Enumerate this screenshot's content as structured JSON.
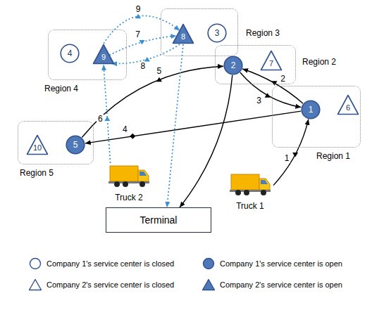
{
  "diagram": {
    "nodes": [
      {
        "text": [
          "Region 4"
        ]
      },
      {
        "text": [
          "4"
        ],
        "in": 0
      },
      {
        "text": [
          "9"
        ],
        "in": 0
      },
      {
        "text": [
          "Region 3"
        ]
      },
      {
        "text": [
          "8"
        ],
        "in": 3
      },
      {
        "text": [
          "3"
        ],
        "in": 3
      },
      {
        "text": [
          "Region 2"
        ]
      },
      {
        "text": [
          "2"
        ],
        "in": 6
      },
      {
        "text": [
          "7"
        ],
        "in": 6
      },
      {
        "text": [
          "Region 5"
        ]
      },
      {
        "text": [
          "10"
        ],
        "in": 9
      },
      {
        "text": [
          "5"
        ],
        "in": 9
      },
      {
        "text": [
          "Region 1"
        ]
      },
      {
        "text": [
          "1"
        ],
        "in": 12
      },
      {
        "text": [
          "6"
        ],
        "in": 12
      },
      {
        "text": [
          "Truck 2"
        ]
      },
      {
        "text": [
          "Terminal"
        ]
      },
      {
        "text": [
          "Truck 1"
        ]
      }
    ],
    "edges": [
      {
        "from": 17,
        "to": 13,
        "label": "1",
        "arrow": "to"
      },
      {
        "from": 13,
        "to": 7,
        "label": "2",
        "arrow": "to"
      },
      {
        "from": 7,
        "to": 13,
        "label": "3",
        "arrow": "to"
      },
      {
        "from": 13,
        "to": 11,
        "label": "4",
        "arrow": "to"
      },
      {
        "from": 11,
        "to": 7,
        "label": "5",
        "arrow": "to"
      },
      {
        "from": 7,
        "to": 16,
        "arrow": "to"
      },
      {
        "from": 15,
        "to": 2,
        "label": "6",
        "arrow": "to"
      },
      {
        "from": 2,
        "to": 4,
        "label": "7",
        "arrow": "to"
      },
      {
        "from": 4,
        "to": 2,
        "label": "8",
        "arrow": "to"
      },
      {
        "from": 2,
        "to": 4,
        "label": "9",
        "arrow": "to"
      },
      {
        "from": 4,
        "to": 16,
        "arrow": "to"
      }
    ],
    "legend": [
      {
        "text": "Company 1's service center is closed"
      },
      {
        "text": "Company 1's service center is open"
      },
      {
        "text": "Company 2's service center is closed"
      },
      {
        "text": "Company 2's service center is open"
      }
    ]
  }
}
